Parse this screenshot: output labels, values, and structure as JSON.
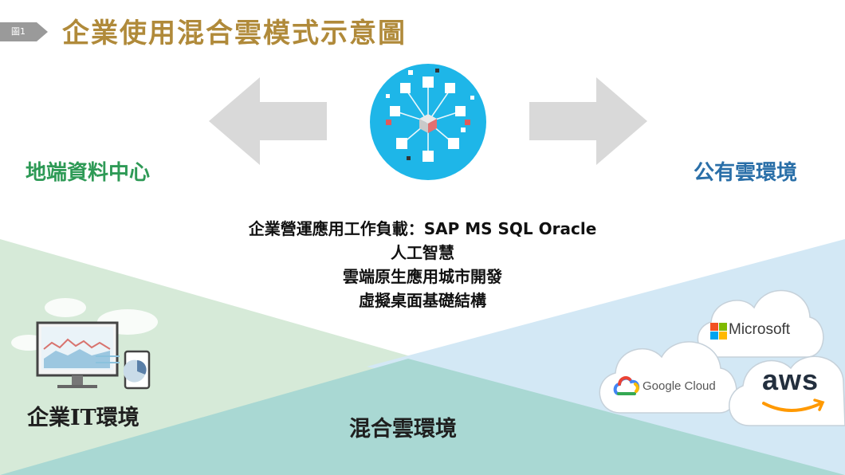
{
  "header": {
    "fig_tag": "圖1",
    "title": "企業使用混合雲模式示意圖"
  },
  "labels": {
    "left": "地端資料中心",
    "right": "公有雲環境",
    "it_env": "企業IT環境",
    "hybrid": "混合雲環境"
  },
  "workloads": [
    "企業營運應用工作負載：SAP MS SQL Oracle",
    "人工智慧",
    "雲端原生應用城市開發",
    "虛擬桌面基礎結構"
  ],
  "brands": {
    "microsoft": "Microsoft",
    "google": "Google Cloud",
    "aws": "aws"
  },
  "colors": {
    "title": "#b08a3a",
    "left_label": "#2e9a56",
    "right_label": "#2a6fa8",
    "green_zone": "#d6ead8",
    "blue_zone": "#d3e8f5",
    "teal_zone": "#a9d8d3",
    "hub": "#1eb6e8",
    "arrow": "#d9d9d9"
  }
}
